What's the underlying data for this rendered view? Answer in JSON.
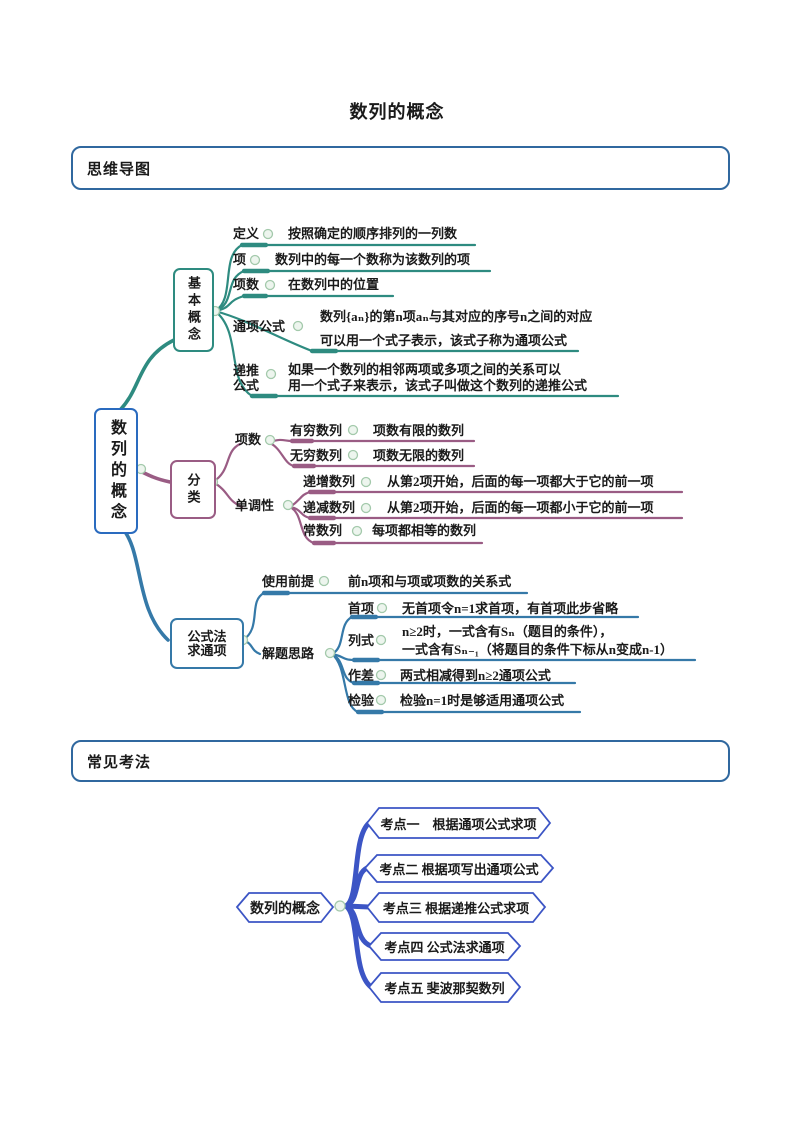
{
  "page_title": "数列的概念",
  "sections": {
    "mindmap": "思维导图",
    "exam": "常见考法"
  },
  "colors": {
    "section_border": "#30689F",
    "root_border": "#2A6BBF",
    "branch1_teal": "#2E8B80",
    "branch2_purple": "#9A5C84",
    "branch3_blue": "#3579A8",
    "map2_branch_blue": "#3C55C5",
    "dot_fill": "#EDF5EE",
    "dot_border": "#A3C9AB",
    "text": "#1A1A1A"
  },
  "map1": {
    "root": "数列的概念",
    "b1": {
      "label": "基本概念",
      "items": [
        {
          "label": "定义",
          "desc": "按照确定的顺序排列的一列数"
        },
        {
          "label": "项",
          "desc": "数列中的每一个数称为该数列的项"
        },
        {
          "label": "项数",
          "desc": "在数列中的位置"
        },
        {
          "label": "通项公式",
          "desc1": "数列{aₙ}的第n项aₙ与其对应的序号n之间的对应",
          "desc2": "可以用一个式子表示，该式子称为通项公式"
        },
        {
          "label": "递推公式",
          "desc1": "如果一个数列的相邻两项或多项之间的关系可以",
          "desc2": "用一个式子来表示，该式子叫做这个数列的递推公式"
        }
      ]
    },
    "b2": {
      "label": "分类",
      "groups": [
        {
          "label": "项数",
          "items": [
            {
              "label": "有穷数列",
              "desc": "项数有限的数列"
            },
            {
              "label": "无穷数列",
              "desc": "项数无限的数列"
            }
          ]
        },
        {
          "label": "单调性",
          "items": [
            {
              "label": "递增数列",
              "desc": "从第2项开始，后面的每一项都大于它的前一项"
            },
            {
              "label": "递减数列",
              "desc": "从第2项开始，后面的每一项都小于它的前一项"
            },
            {
              "label": "常数列",
              "desc": "每项都相等的数列"
            }
          ]
        }
      ]
    },
    "b3": {
      "label_line1": "公式法",
      "label_line2": "求通项",
      "premise": {
        "label": "使用前提",
        "desc": "前n项和与项或项数的关系式"
      },
      "steps": {
        "label": "解题思路",
        "items": [
          {
            "label": "首项",
            "desc": "无首项令n=1求首项，有首项此步省略"
          },
          {
            "label": "列式",
            "desc1": "n≥2时，一式含有Sₙ（题目的条件），",
            "desc2": "一式含有Sₙ₋₁（将题目的条件下标从n变成n-1）"
          },
          {
            "label": "作差",
            "desc": "两式相减得到n≥2通项公式"
          },
          {
            "label": "检验",
            "desc": "检验n=1时是够适用通项公式"
          }
        ]
      }
    }
  },
  "map2": {
    "root": "数列的概念",
    "items": [
      "考点一　根据通项公式求项",
      "考点二 根据项写出通项公式",
      "考点三 根据递推公式求项",
      "考点四 公式法求通项",
      "考点五 斐波那契数列"
    ]
  }
}
